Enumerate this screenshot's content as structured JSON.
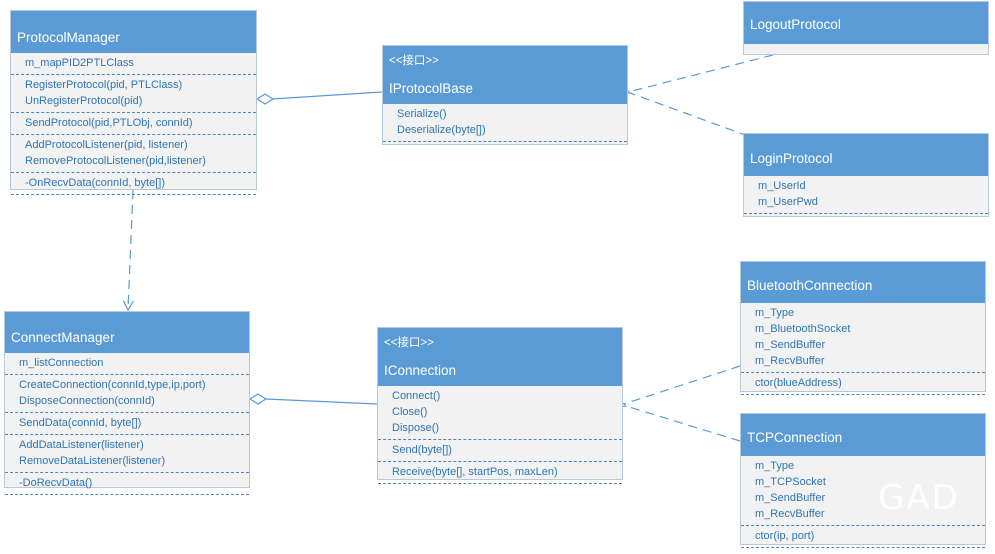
{
  "classes": {
    "protocol_manager": {
      "name": "ProtocolManager",
      "sections": [
        [
          "m_mapPID2PTLClass"
        ],
        [
          "RegisterProtocol(pid, PTLClass)",
          "UnRegisterProtocol(pid)"
        ],
        [
          "SendProtocol(pid,PTLObj, connId)"
        ],
        [
          "AddProtocolListener(pid, listener)",
          "RemoveProtocolListener(pid,listener)"
        ],
        [
          "-OnRecvData(connId, byte[])"
        ]
      ]
    },
    "iprotocol_base": {
      "stereotype": "<<接口>>",
      "name": "IProtocolBase",
      "sections": [
        [
          "Serialize()",
          "Deserialize(byte[])"
        ]
      ]
    },
    "logout_protocol": {
      "name": "LogoutProtocol",
      "sections": []
    },
    "login_protocol": {
      "name": "LoginProtocol",
      "sections": [
        [
          "m_UserId",
          "m_UserPwd"
        ]
      ]
    },
    "connect_manager": {
      "name": "ConnectManager",
      "sections": [
        [
          "m_listConnection"
        ],
        [
          "CreateConnection(connId,type,ip,port)",
          "DisposeConnection(connId)"
        ],
        [
          "SendData(connId, byte[])"
        ],
        [
          "AddDataListener(listener)",
          "RemoveDataListener(listener)"
        ],
        [
          "-DoRecvData()"
        ]
      ]
    },
    "iconnection": {
      "stereotype": "<<接口>>",
      "name": "IConnection",
      "sections": [
        [
          "Connect()",
          "Close()",
          "Dispose()"
        ],
        [
          "Send(byte[])"
        ],
        [
          "Receive(byte[], startPos, maxLen)"
        ]
      ]
    },
    "bluetooth_connection": {
      "name": "BluetoothConnection",
      "sections": [
        [
          "m_Type",
          "m_BluetoothSocket",
          "m_SendBuffer",
          "m_RecvBuffer"
        ],
        [
          "ctor(blueAddress)"
        ]
      ]
    },
    "tcp_connection": {
      "name": "TCPConnection",
      "sections": [
        [
          "m_Type",
          "m_TCPSocket",
          "m_SendBuffer",
          "m_RecvBuffer"
        ],
        [
          "ctor(ip, port)"
        ]
      ]
    }
  },
  "colors": {
    "header": "#5b9bd5",
    "member_text": "#2e75b6",
    "body": "#f2f2f2",
    "line": "#5b9bd5"
  },
  "watermark": "GAD"
}
